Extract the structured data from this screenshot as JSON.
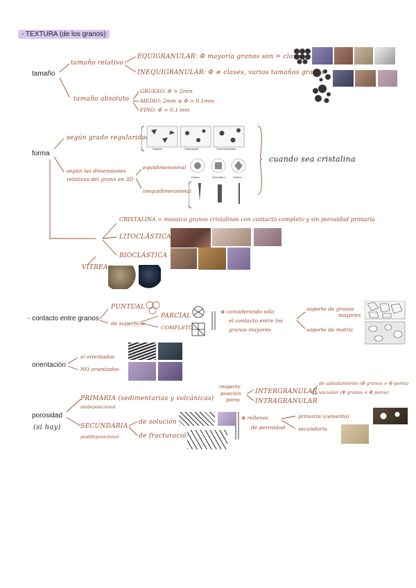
{
  "title": "- TEXTURA (de los granos)",
  "tamano": {
    "heading": "tamaño",
    "relativo": "tamaño relativo",
    "equi": "EQUIGRANULAR: Φ mayoría granos son = clase",
    "inequi": "INEQUIGRANULAR: Φ ≠ clases, varios tamaños granos",
    "absoluto": "tamaño absoluto",
    "grueso": "GRUESO: Φ > 2mm",
    "medio": "MEDIO: 2mm ≥ Φ > 0.1mm",
    "fino": "FINO: Φ < 0.1 mm"
  },
  "forma": {
    "heading": "forma",
    "regularidad": "según grado regularidad",
    "dimensiones_1": "según las dimensiones",
    "dimensiones_2": "relativas del grano en 3D",
    "equidimensional": "equidimensional",
    "inequidimensional": "inequidimensional",
    "cristalina_note": "cuando sea cristalina",
    "cristalina": "CRISTALINA = mosaico granos cristalinos con contacto completo y sin porosidad primaria",
    "litoclastica": "LITOCLÁSTICA =",
    "bioclastica": "BIOCLÁSTICA =",
    "vitrea": "VÍTREA",
    "regular_labels": [
      "Angular",
      "Subangular",
      "Subredondeado"
    ],
    "equi_labels": [
      "Esfera",
      "Prismático",
      "Cúbico"
    ]
  },
  "contacto": {
    "heading": "- contacto entre granos",
    "puntual": "PUNTUAL",
    "superficie": "de superficie",
    "parcial": "PARCIAL",
    "completo": "COMPLETO",
    "note_1": "considerando sólo",
    "note_2": "el contacto entre los",
    "note_3": "granos mayores",
    "soporte_granos_1": "soporte de granos",
    "soporte_granos_2": "mayores",
    "soporte_matriz": "soporte de matriz"
  },
  "orientacion": {
    "heading": "orientación",
    "orientados": "sí orientados",
    "no_orientados": "NO orientados"
  },
  "porosidad": {
    "heading": "porosidad",
    "si_hay": "(si hay)",
    "primaria": "PRIMARIA (sedimentarias y volcánicas)",
    "sindepo": "sindeposicional",
    "respecto_1": "respecto",
    "respecto_2": "posición",
    "respecto_3": "poros",
    "inter": "INTERGRANULAR",
    "intra": "INTRAGRANULAR",
    "aplastamiento": "de aplastamiento (Φ granos > Φ poros)",
    "vacuolar": "vacuolar (Φ granos < Φ poros)",
    "secundaria": "SECUNDARIA",
    "postdepo": "postdeposicional",
    "solucion": "de solución",
    "fracturacion": "de fracturación",
    "rellenos_1": "rellenos",
    "rellenos_2": "de porosidad",
    "r_primaria": "primaria (cemento)",
    "r_secundaria": "secundaria"
  },
  "colors": {
    "handwriting": "#9a4a2a",
    "highlight": "#d9c6f2"
  }
}
